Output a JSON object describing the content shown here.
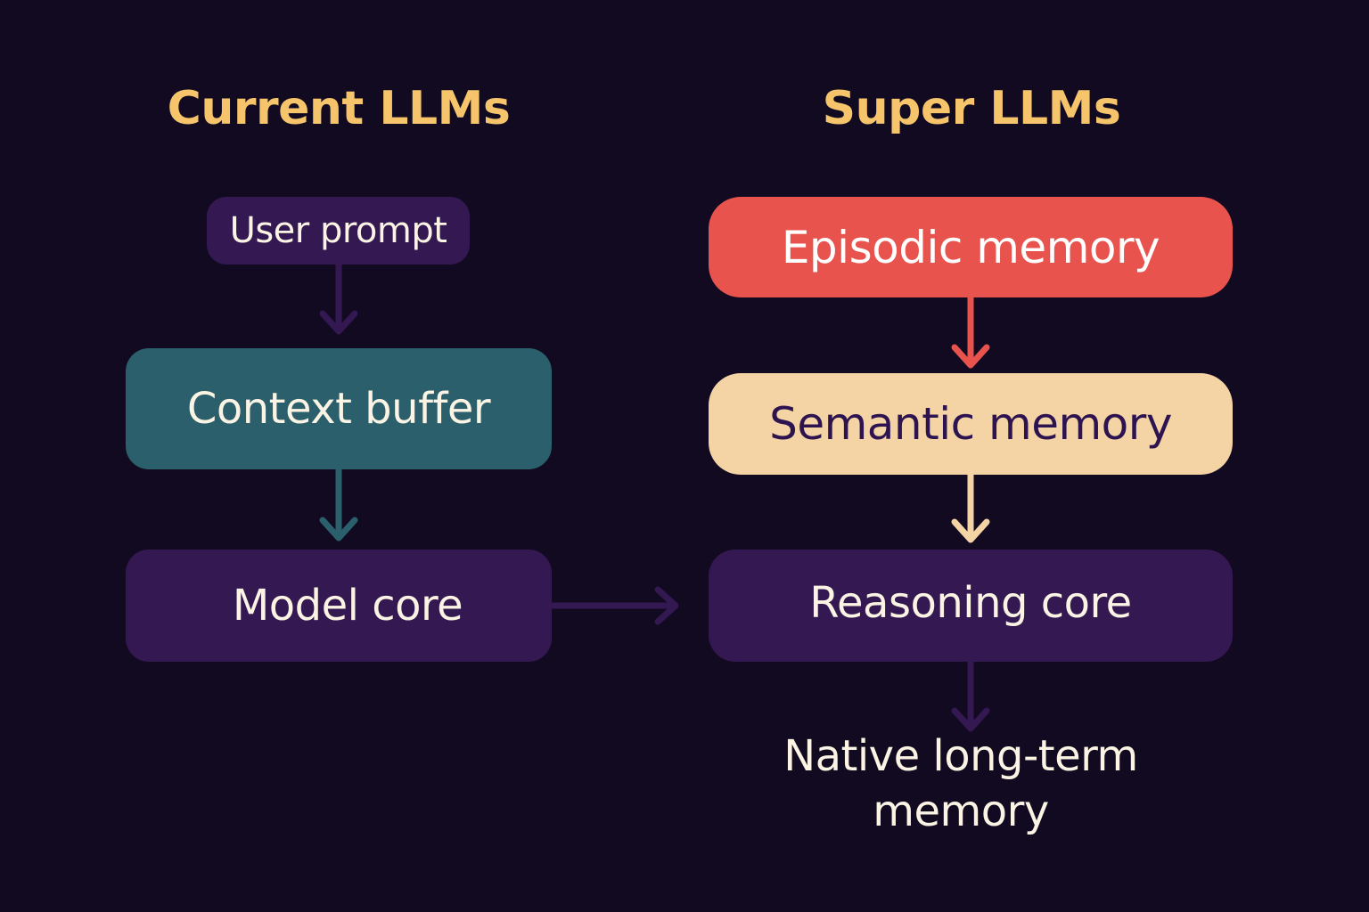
{
  "left": {
    "title": "Current LLMs",
    "nodes": [
      {
        "label": "User prompt",
        "color": "#341852"
      },
      {
        "label": "Context buffer",
        "color": "#2a5f6b"
      },
      {
        "label": "Model core",
        "color": "#341852"
      }
    ]
  },
  "right": {
    "title": "Super LLMs",
    "nodes": [
      {
        "label": "Episodic memory",
        "color": "#e8534d"
      },
      {
        "label": "Semantic memory",
        "color": "#f4d3a5"
      },
      {
        "label": "Reasoning core",
        "color": "#341852"
      }
    ],
    "output_line1": "Native long-term",
    "output_line2": "memory"
  },
  "colors": {
    "background": "#120a21",
    "title": "#f5c46b",
    "text_light": "#fbf3e3",
    "text_dark": "#2d1450"
  }
}
